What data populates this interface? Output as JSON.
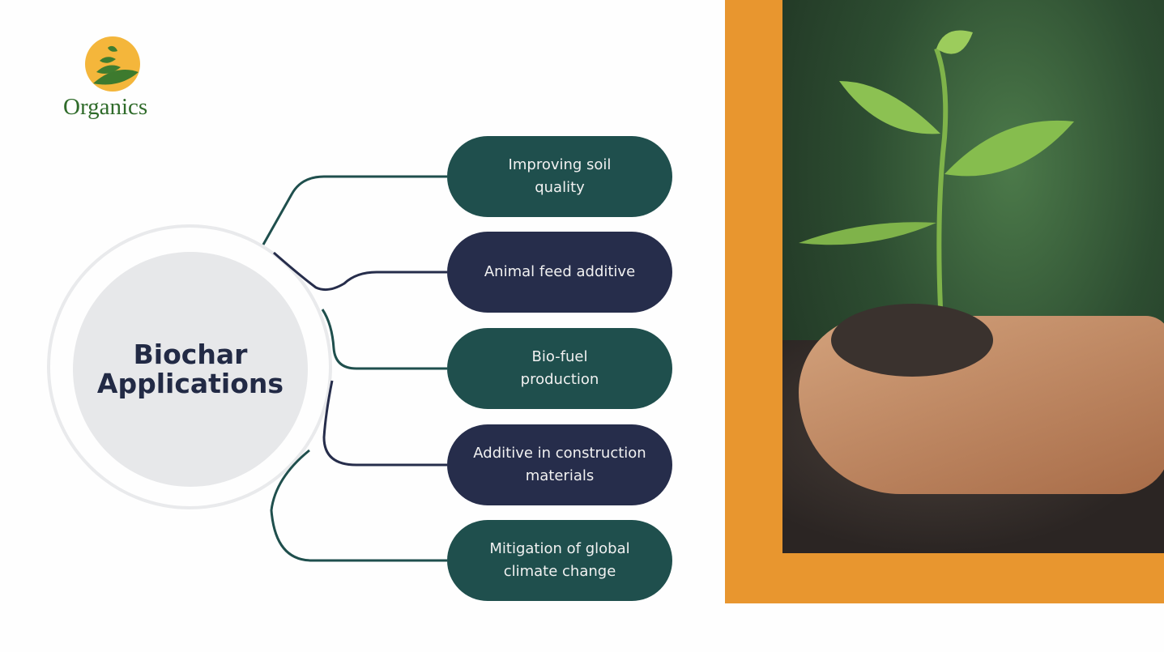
{
  "logo": {
    "text": "Organics"
  },
  "center": {
    "line1": "Biochar",
    "line2": "Applications"
  },
  "applications": [
    {
      "label": "Improving soil quality",
      "color": "#1f4f4d"
    },
    {
      "label": "Animal feed additive",
      "color": "#262d4b"
    },
    {
      "label": "Bio-fuel production",
      "color": "#1f4f4d"
    },
    {
      "label": "Additive in construction materials",
      "color": "#262d4b"
    },
    {
      "label": "Mitigation of global climate change",
      "color": "#1f4f4d"
    }
  ],
  "colors": {
    "frame": "#e8962f",
    "teal": "#1f4f4d",
    "navy": "#262d4b"
  }
}
